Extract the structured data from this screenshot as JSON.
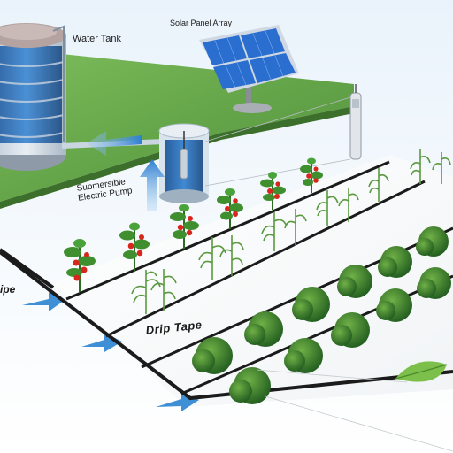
{
  "labels": {
    "water_tank": "Water Tank",
    "solar_panel_array": "Solar Panel Array",
    "submersible_pump_line1": "Submersible",
    "submersible_pump_line2": "Electric Pump",
    "drip_tape": "Drip Tape",
    "main_pipe_fragment": "ipe"
  },
  "colors": {
    "grass": "#6aa84f",
    "pipe": "#1b1b1b",
    "water": "#1e5fa8",
    "flow_arrow": "#3f8fd6",
    "solar_cell": "#2a6fd0",
    "tomato": "#d8261c",
    "plant_leaf": "#3f8f2f"
  },
  "icons": [
    "water-tank-icon",
    "solar-panel-icon",
    "submersible-pump-icon",
    "tomato-plant-icon",
    "corn-plant-icon",
    "shrub-icon",
    "leaf-icon",
    "flow-arrow-icon"
  ]
}
